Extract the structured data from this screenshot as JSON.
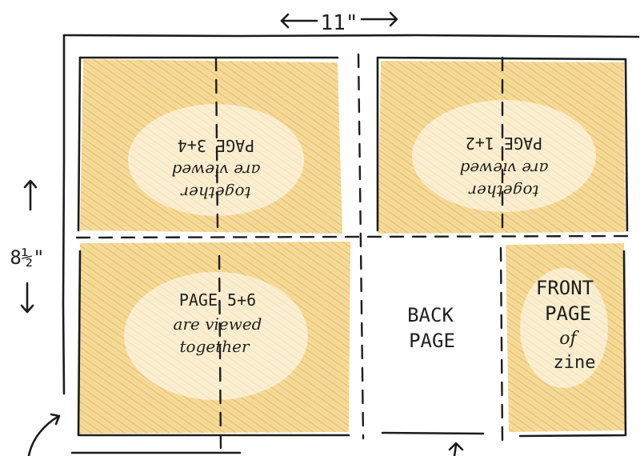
{
  "dimensions": {
    "width_label": "11\"",
    "height_label": "8½\""
  },
  "colors": {
    "shading": "#e8b94a",
    "ink": "#1c1c1c",
    "paper": "#ffffff"
  },
  "panels": {
    "top_left": {
      "line1": "PAGE 3+4",
      "line2": "are viewed",
      "line3": "together"
    },
    "top_right": {
      "line1": "PAGE 1+2",
      "line2": "are viewed",
      "line3": "together"
    },
    "bottom_left": {
      "line1": "PAGE 5+6",
      "line2": "are viewed",
      "line3": "together"
    },
    "back": {
      "line1": "BACK",
      "line2": "PAGE"
    },
    "front": {
      "line1": "FRONT",
      "line2": "PAGE",
      "line3": "of",
      "line4": "zine"
    }
  }
}
